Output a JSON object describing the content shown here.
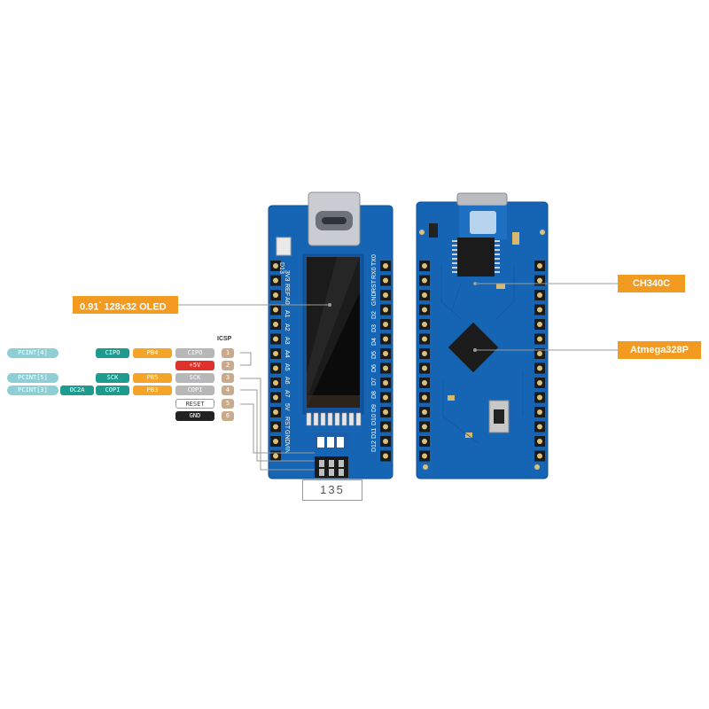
{
  "callouts": {
    "oled": {
      "size": "0.91",
      "unit": "\"",
      "text": "128x32 OLED"
    },
    "ch340c": "CH340C",
    "atmega": "Atmega328P"
  },
  "icsp": {
    "title": "ICSP",
    "rows": [
      {
        "pcint": "PCINT[4]",
        "alt": "",
        "func": "CIPO",
        "port": "PB4",
        "sig": "CIPO",
        "num": "1"
      },
      {
        "pcint": "",
        "alt": "",
        "func": "",
        "port": "",
        "sig": "+5V",
        "num": "2"
      },
      {
        "pcint": "PCINT[5]",
        "alt": "",
        "func": "SCK",
        "port": "PB5",
        "sig": "SCK",
        "num": "3"
      },
      {
        "pcint": "PCINT[3]",
        "alt": "OC2A",
        "func": "COPI",
        "port": "PB3",
        "sig": "COPI",
        "num": "4"
      },
      {
        "pcint": "",
        "alt": "",
        "func": "",
        "port": "",
        "sig": "RESET",
        "num": "5"
      },
      {
        "pcint": "",
        "alt": "",
        "func": "",
        "port": "",
        "sig": "GND",
        "num": "6"
      }
    ],
    "header_numbers": "135"
  },
  "board_front": {
    "top_left_label": "D13",
    "left_pins": [
      "3V3",
      "REF",
      "A0",
      "A1",
      "A2",
      "A3",
      "A4",
      "A5",
      "A6",
      "A7",
      "5V",
      "RST",
      "GND",
      "VIN"
    ],
    "right_pins": [
      "D12",
      "D11",
      "D10",
      "D9",
      "D8",
      "D7",
      "D6",
      "D5",
      "D4",
      "D3",
      "D2",
      "GND",
      "RST",
      "RX0",
      "TX0"
    ]
  },
  "colors": {
    "board": "#1665b4",
    "board_dark": "#0d4f93",
    "callout": "#f39a20",
    "pin": "#1a1a1a",
    "gold": "#d9c07a"
  }
}
